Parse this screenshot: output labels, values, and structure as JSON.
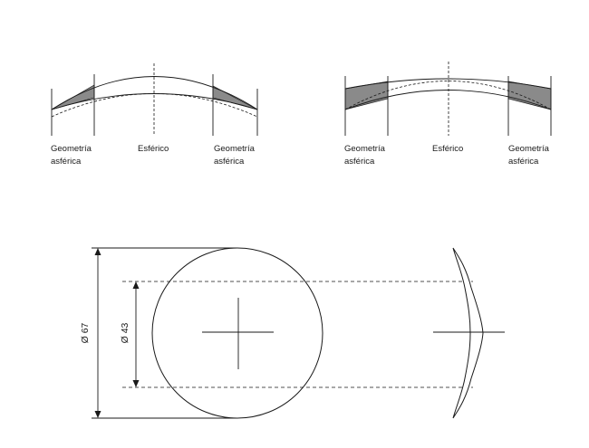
{
  "colors": {
    "line": "#1a1a1a",
    "shade": "#8a8a8a",
    "background": "#ffffff"
  },
  "diagram_left": {
    "label_left_line1": "Geometría",
    "label_left_line2": "asférica",
    "label_center": "Esférico",
    "label_right_line1": "Geometría",
    "label_right_line2": "asférica"
  },
  "diagram_right": {
    "label_left_line1": "Geometría",
    "label_left_line2": "asférica",
    "label_center": "Esférico",
    "label_right_line1": "Geometría",
    "label_right_line2": "asférica"
  },
  "lens_drawing": {
    "outer_diameter_label": "Ø 67",
    "inner_diameter_label": "Ø 43"
  }
}
